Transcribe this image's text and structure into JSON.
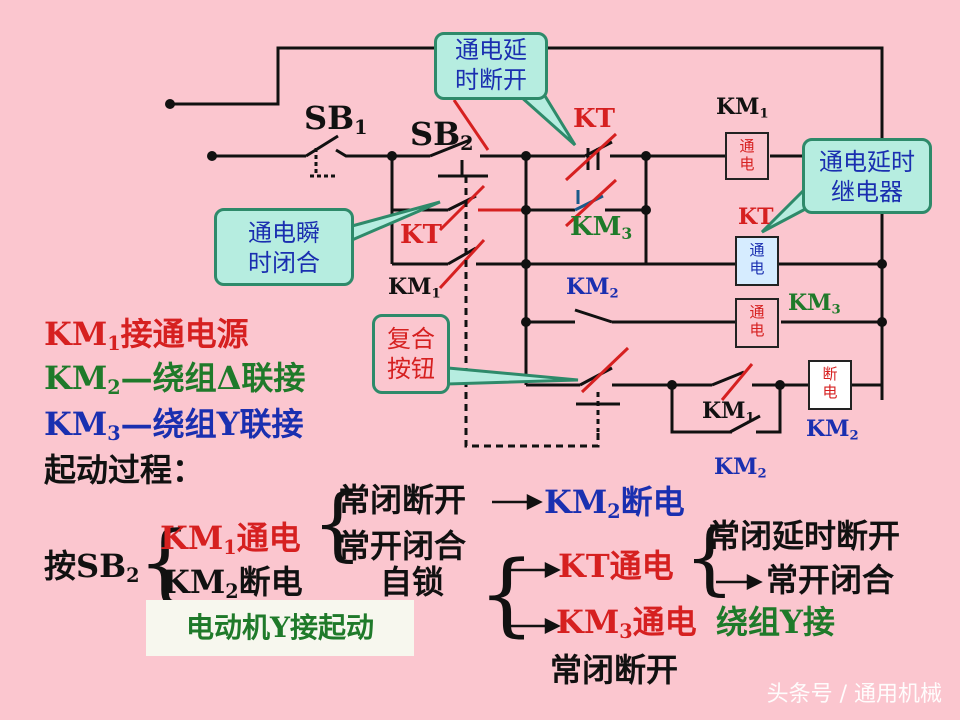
{
  "callouts": {
    "delay_off": [
      "通电延",
      "时断开"
    ],
    "instant_close": [
      "通电瞬",
      "时闭合"
    ],
    "delay_relay": [
      "通电延时",
      "继电器"
    ],
    "compound_button": [
      "复合",
      "按钮"
    ]
  },
  "switches": {
    "sb1": {
      "main": "SB",
      "sub": "1"
    },
    "sb2": {
      "main": "SB",
      "sub": "2"
    },
    "kt_contact_top": "KT",
    "kt_contact_mid": "KT",
    "km3_contact": {
      "main": "KM",
      "sub": "3"
    },
    "km1_contact": {
      "main": "KM",
      "sub": "1"
    },
    "km2_contact": {
      "main": "KM",
      "sub": "2"
    },
    "km1_contact_low": {
      "main": "KM",
      "sub": "1"
    },
    "km2_contact_low": {
      "main": "KM",
      "sub": "2"
    }
  },
  "coils": {
    "km1_coil": {
      "label": {
        "main": "KM",
        "sub": "1"
      },
      "text": [
        "通",
        "电"
      ]
    },
    "kt_coil": {
      "label": "KT",
      "text": [
        "通",
        "电"
      ]
    },
    "km3_coil": {
      "label": {
        "main": "KM",
        "sub": "3"
      },
      "text": [
        "通",
        "电"
      ]
    },
    "km2_coil": {
      "label": {
        "main": "KM",
        "sub": "2"
      },
      "text": [
        "断",
        "电"
      ]
    }
  },
  "legend": {
    "km1": {
      "main": "KM",
      "sub": "1",
      "rest": "接通电源"
    },
    "km2": {
      "main": "KM",
      "sub": "2",
      "rest": "—绕组Δ联接"
    },
    "km3": {
      "main": "KM",
      "sub": "3",
      "rest": "—绕组Y联接"
    },
    "process": "起动过程："
  },
  "process": {
    "press": {
      "main": "按SB",
      "sub": "2"
    },
    "km1_on": {
      "main": "KM",
      "sub": "1",
      "rest": "通电"
    },
    "km2_off": {
      "main": "KM",
      "sub": "2",
      "rest": "断电"
    },
    "nc_open": "常闭断开",
    "no_close": "常开闭合",
    "self_lock": "自锁",
    "km2_off_result": {
      "main": "KM",
      "sub": "2",
      "rest": "断电"
    },
    "kt_on": {
      "main": "KT",
      "rest": "通电"
    },
    "km3_on": {
      "main": "KM",
      "sub": "3",
      "rest": "通电"
    },
    "nc_delay_open": "常闭延时断开",
    "no_close_2": "常开闭合",
    "winding_y": "绕组Y接",
    "nc_open_2": "常闭断开",
    "motor_y_start": "电动机Y接起动"
  },
  "watermark": "头条号 / 通用机械",
  "colors": {
    "background": "#fbc6cf",
    "red": "#d62020",
    "blue": "#1a2fb0",
    "green": "#1f7a2a",
    "callout": "#b6ede0"
  }
}
